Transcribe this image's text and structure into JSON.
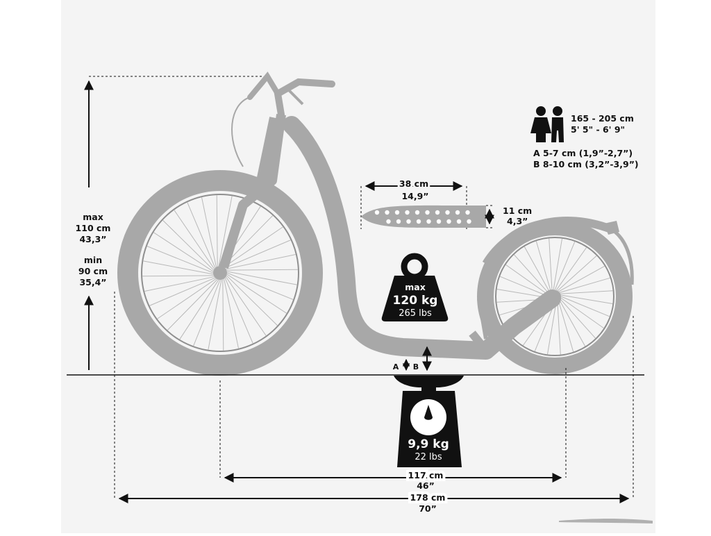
{
  "colors": {
    "silhouette": "#a8a8a8",
    "ink": "#111111",
    "icon_text": "#ffffff"
  },
  "icons": {
    "rider": "two-persons-icon",
    "max_load": "kettlebell-weight-icon",
    "scooter_weight": "scale-icon"
  },
  "handlebar_height": {
    "max_label": "max",
    "max_cm": "110 cm",
    "max_in": "43,3”",
    "min_label": "min",
    "min_cm": "90 cm",
    "min_in": "35,4”"
  },
  "rider_height": {
    "cm": "165 - 205 cm",
    "ft": "5' 5\" - 6' 9\""
  },
  "ground_clearance": {
    "a_mark": "A",
    "b_mark": "B",
    "a_text": "A 5-7 cm (1,9”-2,7”)",
    "b_text": "B 8-10 cm (3,2”-3,9”)"
  },
  "deck": {
    "length_cm": "38 cm",
    "length_in": "14,9”",
    "width_cm": "11 cm",
    "width_in": "4,3”"
  },
  "max_load": {
    "label": "max",
    "kg": "120 kg",
    "lbs": "265 lbs"
  },
  "scooter_weight": {
    "kg": "9,9 kg",
    "lbs": "22 lbs"
  },
  "wheelbase": {
    "cm": "117 cm",
    "in": "46”"
  },
  "total_length": {
    "cm": "178 cm",
    "in": "70”"
  }
}
